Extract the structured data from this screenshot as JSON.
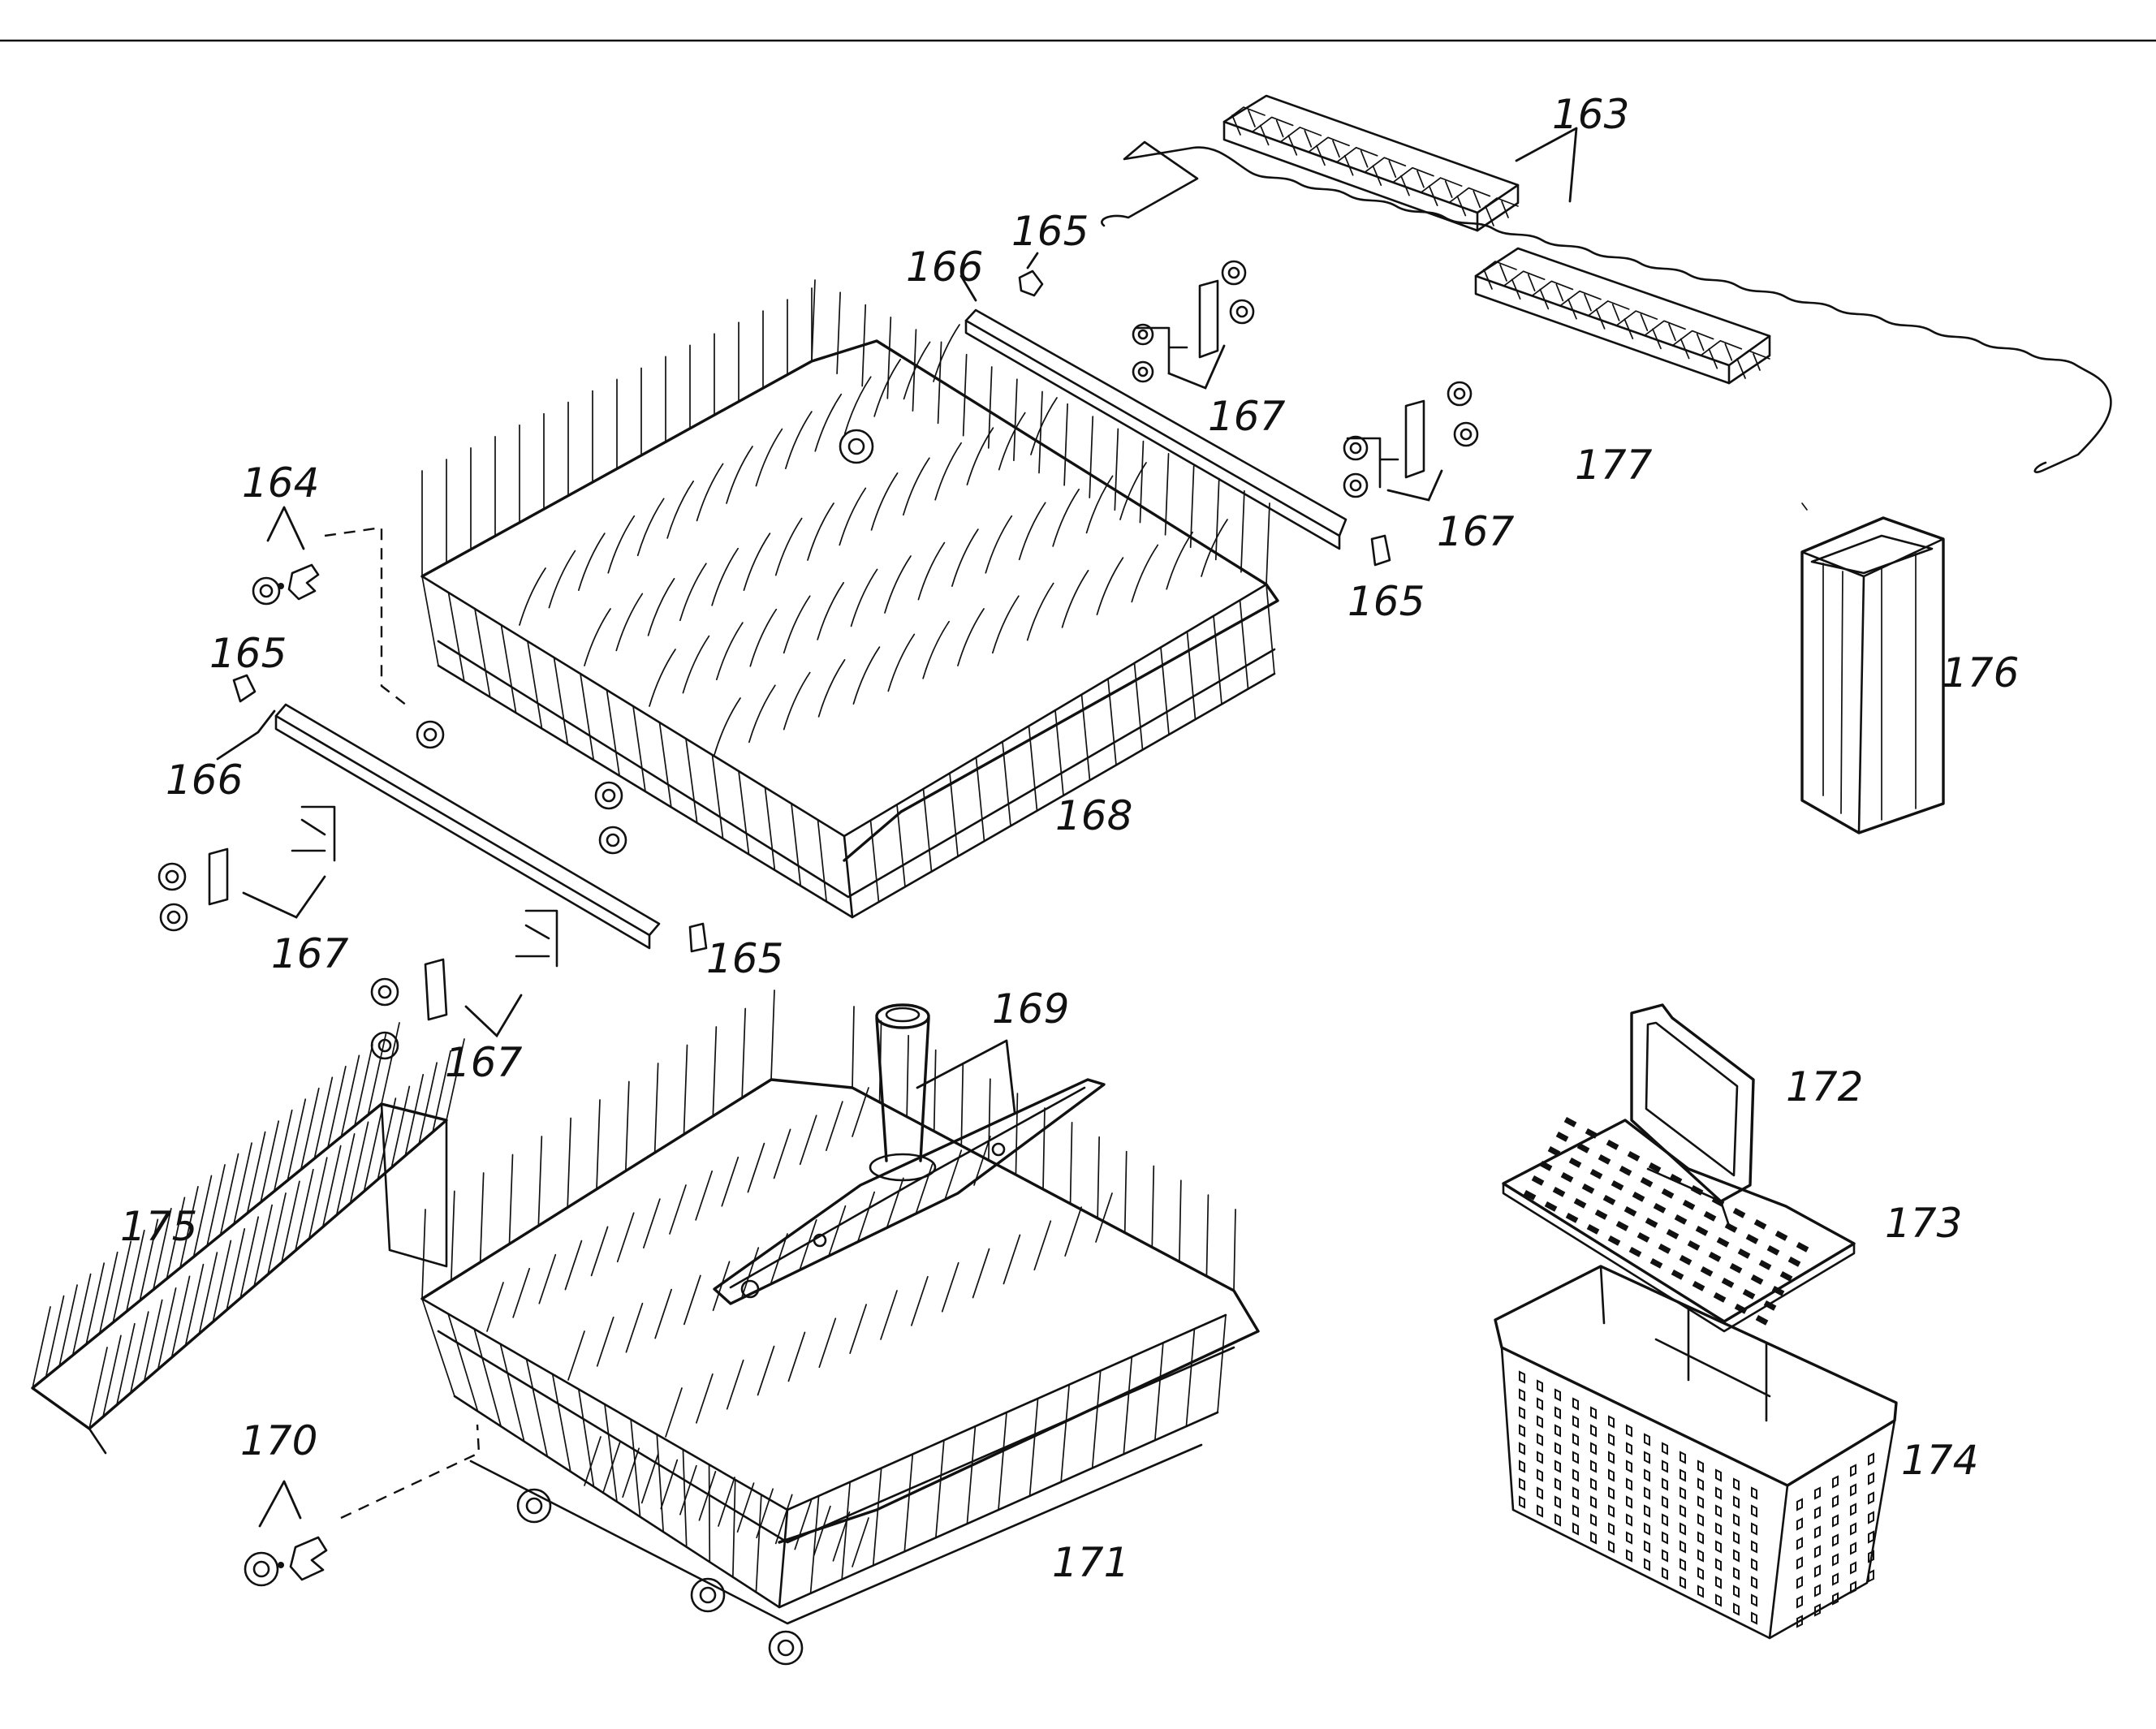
{
  "diagram": {
    "callouts": [
      {
        "id": "c163",
        "text": "163"
      },
      {
        "id": "c164",
        "text": "164"
      },
      {
        "id": "c165a",
        "text": "165"
      },
      {
        "id": "c165b",
        "text": "165"
      },
      {
        "id": "c165c",
        "text": "165"
      },
      {
        "id": "c165d",
        "text": "165"
      },
      {
        "id": "c166a",
        "text": "166"
      },
      {
        "id": "c166b",
        "text": "166"
      },
      {
        "id": "c167a",
        "text": "167"
      },
      {
        "id": "c167b",
        "text": "167"
      },
      {
        "id": "c167c",
        "text": "167"
      },
      {
        "id": "c167d",
        "text": "167"
      },
      {
        "id": "c168",
        "text": "168"
      },
      {
        "id": "c169",
        "text": "169"
      },
      {
        "id": "c170",
        "text": "170"
      },
      {
        "id": "c171",
        "text": "171"
      },
      {
        "id": "c172",
        "text": "172"
      },
      {
        "id": "c173",
        "text": "173"
      },
      {
        "id": "c174",
        "text": "174"
      },
      {
        "id": "c175",
        "text": "175"
      },
      {
        "id": "c176",
        "text": "176"
      },
      {
        "id": "c177",
        "text": "177"
      }
    ]
  }
}
